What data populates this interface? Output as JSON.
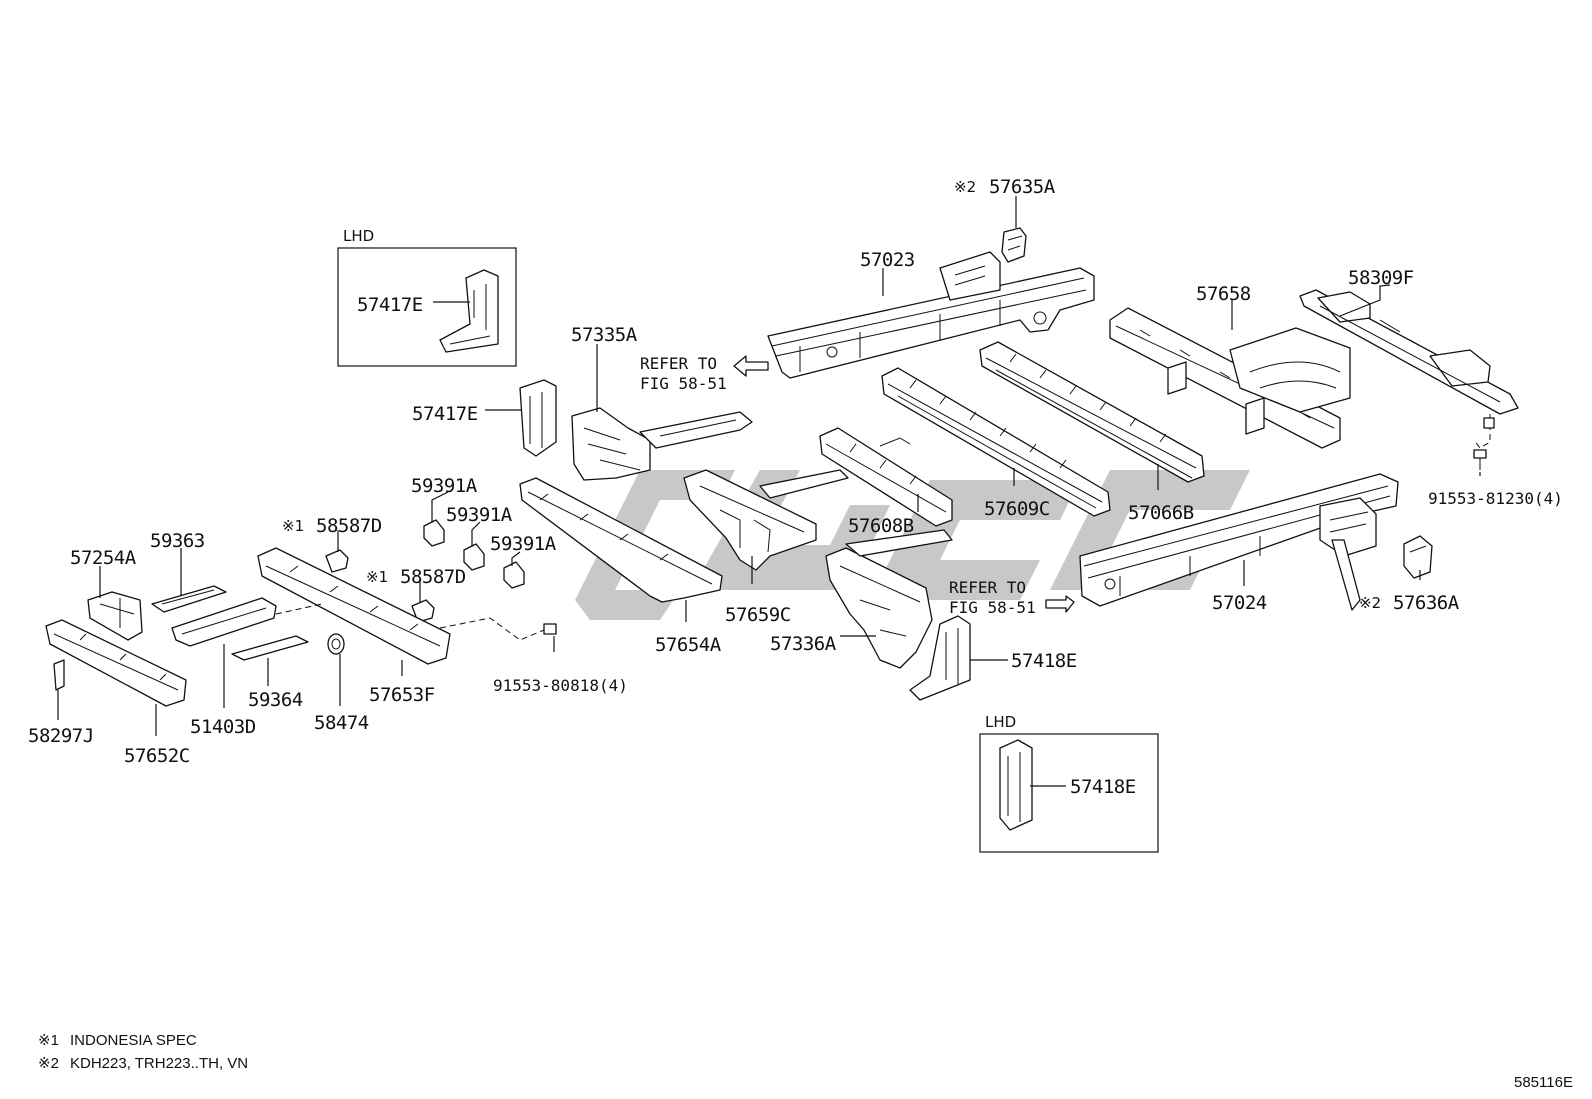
{
  "diagram": {
    "part_labels": {
      "p57635A": "57635A",
      "p57023": "57023",
      "p58309F": "58309F",
      "p57658": "57658",
      "p57417E_lhd": "57417E",
      "p57417E": "57417E",
      "p57335A": "57335A",
      "p59391A_1": "59391A",
      "p59391A_2": "59391A",
      "p59391A_3": "59391A",
      "p58587D_1": "58587D",
      "p58587D_2": "58587D",
      "p59363": "59363",
      "p57254A": "57254A",
      "p57608B": "57608B",
      "p57609C": "57609C",
      "p57066B": "57066B",
      "p57024": "57024",
      "p57636A": "57636A",
      "p91553_81230": "91553-81230(4)",
      "p57659C": "57659C",
      "p57654A": "57654A",
      "p57336A": "57336A",
      "p57418E": "57418E",
      "p57418E_lhd": "57418E",
      "p91553_80818": "91553-80818(4)",
      "p57653F": "57653F",
      "p58474": "58474",
      "p59364": "59364",
      "p51403D": "51403D",
      "p58297J": "58297J",
      "p57652C": "57652C"
    },
    "marks": {
      "m1": "※1",
      "m2": "※2"
    },
    "lhd_label_1": "LHD",
    "lhd_label_2": "LHD",
    "refer_1": {
      "line1": "REFER TO",
      "line2": "FIG 58-51"
    },
    "refer_2": {
      "line1": "REFER TO",
      "line2": "FIG 58-51"
    },
    "notes": {
      "n1_mark": "※1",
      "n1_text": "INDONESIA SPEC",
      "n2_mark": "※2",
      "n2_text": "KDH223, TRH223..TH, VN"
    },
    "figure_code": "585116E"
  }
}
